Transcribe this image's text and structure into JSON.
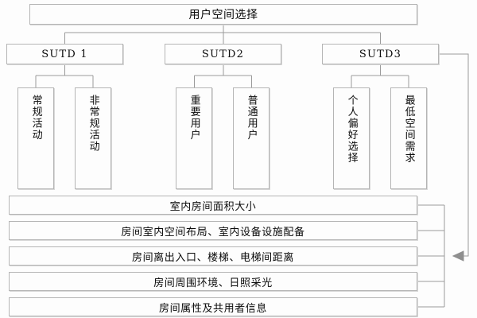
{
  "diagram": {
    "title": "用户空间选择",
    "root": {
      "label": "用户空间选择"
    },
    "groups": [
      {
        "label": "SUTD 1",
        "children": [
          {
            "label": "常规活动"
          },
          {
            "label": "非常规活动"
          }
        ]
      },
      {
        "label": "SUTD2",
        "children": [
          {
            "label": "重要用户"
          },
          {
            "label": "普通用户"
          }
        ]
      },
      {
        "label": "SUTD3",
        "children": [
          {
            "label": "个人偏好选择"
          },
          {
            "label": "最低空间需求"
          }
        ]
      }
    ],
    "attributes": [
      {
        "label": "室内房间面积大小"
      },
      {
        "label": "房间室内空间布局、室内设备设施配备"
      },
      {
        "label": "房间离出入口、楼梯、电梯间距离"
      },
      {
        "label": "房间周围环境、日照采光"
      },
      {
        "label": "房间属性及共用者信息"
      }
    ],
    "colors": {
      "background": "#fdfdfd",
      "border": "#b5b5b5",
      "line": "#9a9a9a",
      "text": "#0a0a0a",
      "shadow": "#d8d8d8"
    }
  }
}
